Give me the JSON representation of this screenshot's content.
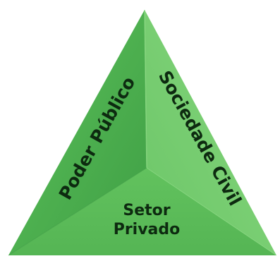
{
  "diagram": {
    "faces": {
      "left": {
        "label": "Poder Público",
        "color": "#49b04e"
      },
      "right": {
        "label": "Sociedade Civil",
        "color": "#78cf72"
      },
      "bottom": {
        "label_line1": "Setor",
        "label_line2": "Privado",
        "color": "#5fbe5c"
      }
    },
    "edge_highlight": "#8fdc86",
    "text_color": "#0d2a10"
  }
}
